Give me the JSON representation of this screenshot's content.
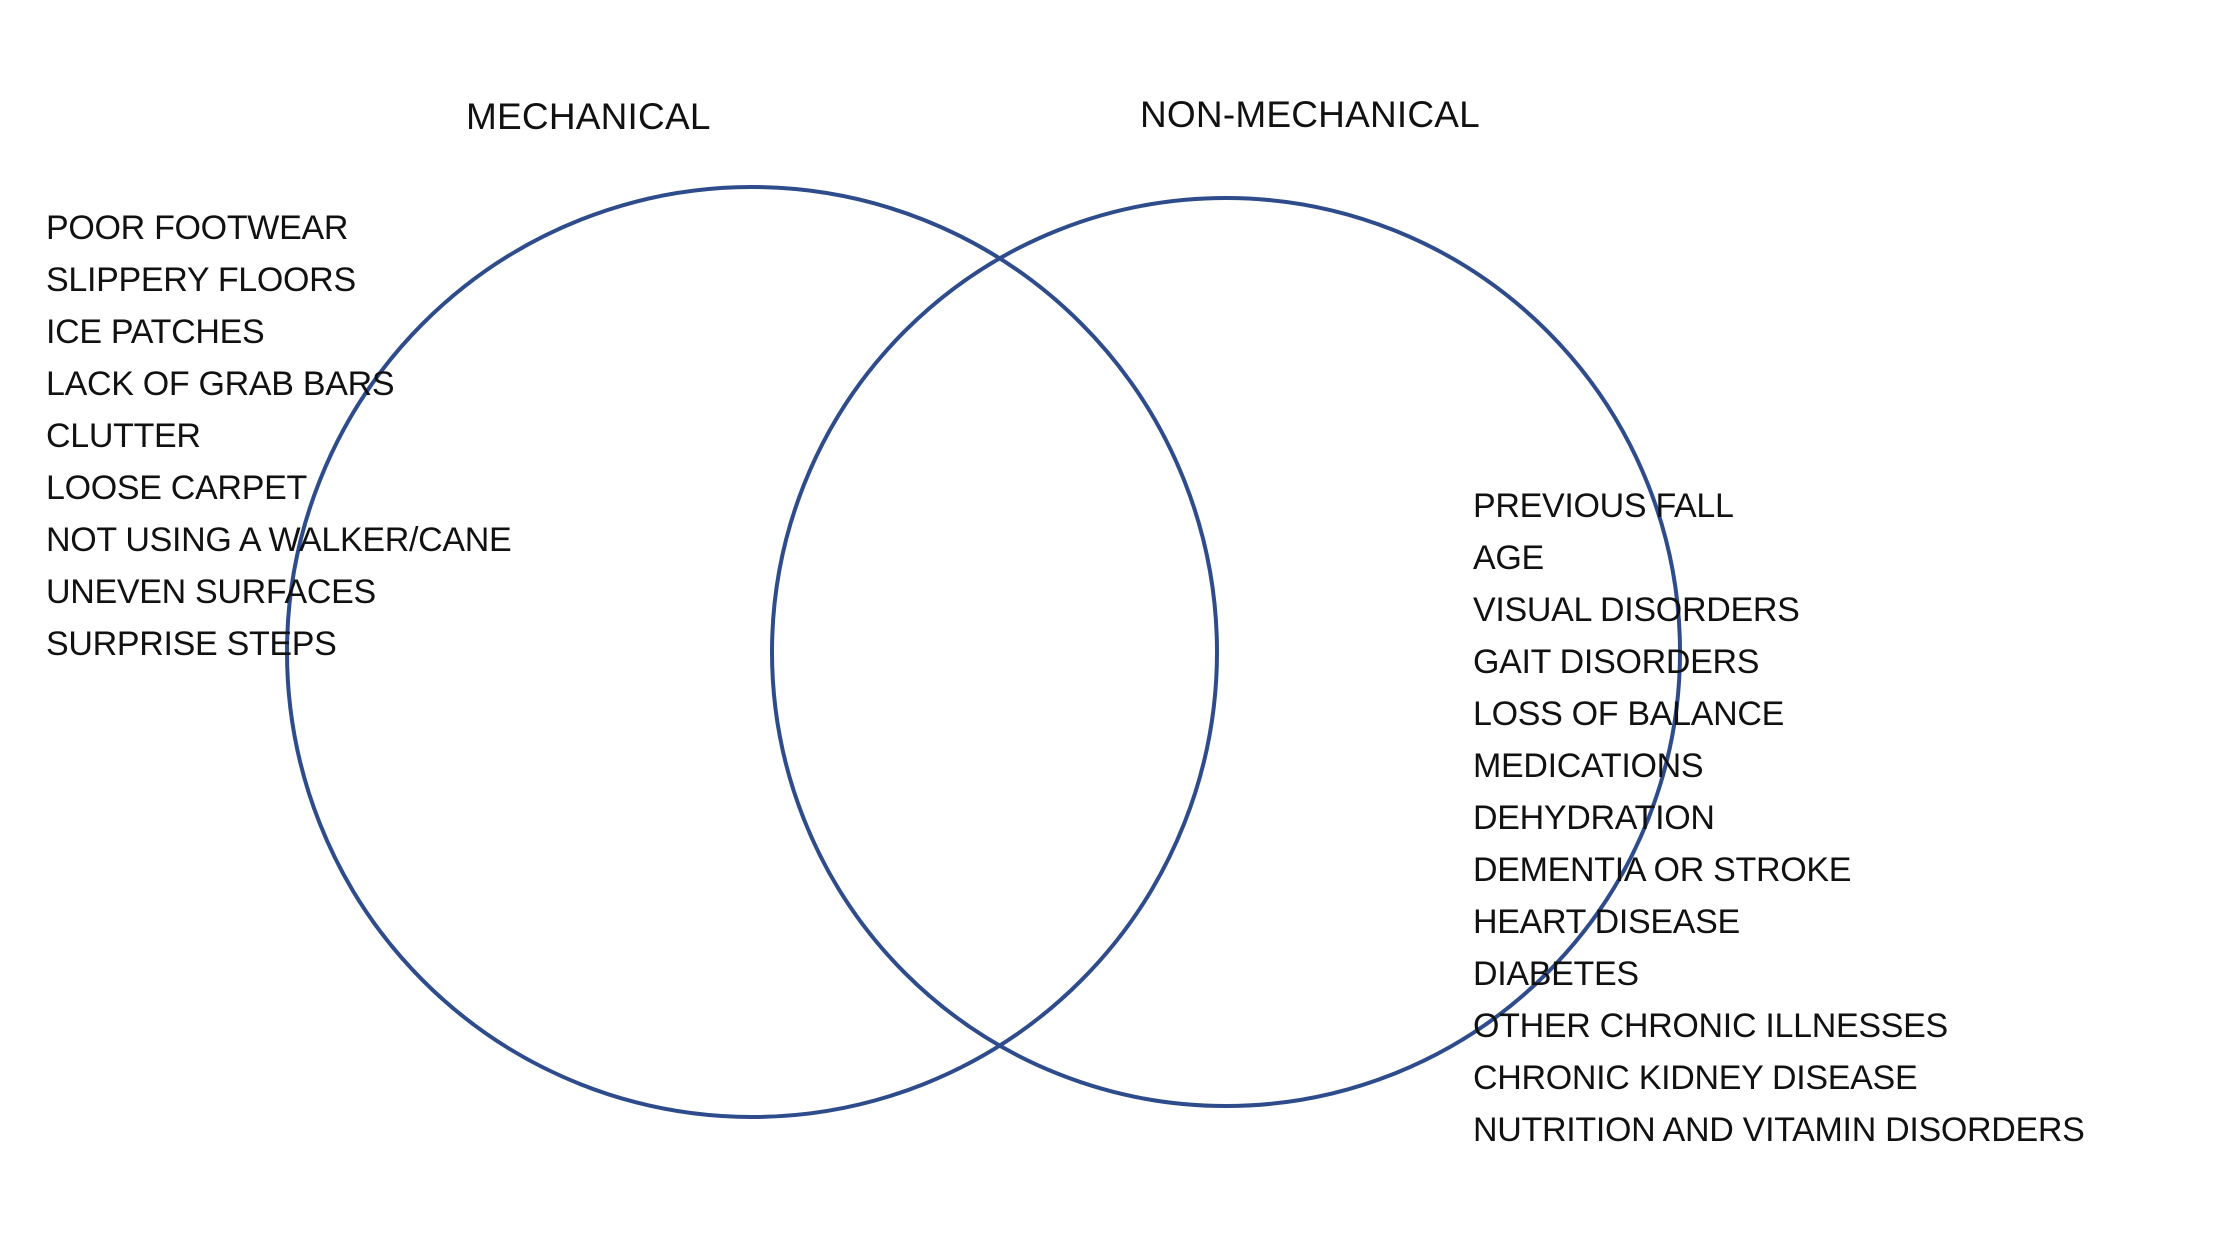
{
  "diagram": {
    "type": "venn",
    "circle_stroke_color": "#2E4C8B",
    "left_set": {
      "label": "MECHANICAL",
      "items": [
        "POOR FOOTWEAR",
        "SLIPPERY FLOORS",
        "ICE PATCHES",
        "LACK OF GRAB BARS",
        "CLUTTER",
        "LOOSE CARPET",
        "NOT USING A WALKER/CANE",
        "UNEVEN SURFACES",
        "SURPRISE STEPS"
      ]
    },
    "right_set": {
      "label": "NON-MECHANICAL",
      "items": [
        "PREVIOUS FALL",
        "AGE",
        "VISUAL DISORDERS",
        "GAIT DISORDERS",
        "LOSS OF BALANCE",
        "MEDICATIONS",
        "DEHYDRATION",
        "DEMENTIA OR STROKE",
        "HEART DISEASE",
        "DIABETES",
        "OTHER CHRONIC ILLNESSES",
        "CHRONIC KIDNEY DISEASE",
        "NUTRITION AND VITAMIN DISORDERS"
      ]
    }
  }
}
